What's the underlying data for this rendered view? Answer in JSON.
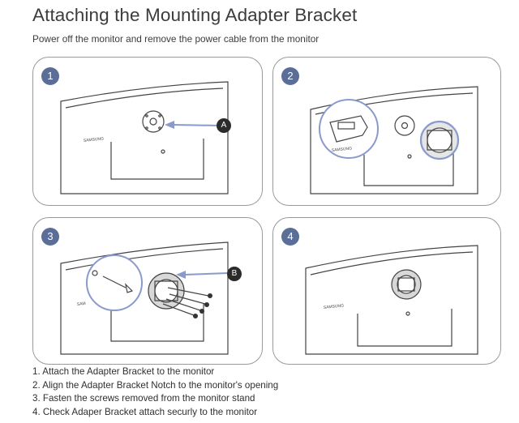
{
  "title": "Attaching the Mounting Adapter Bracket",
  "subtitle": "Power off the monitor and remove the power cable from the monitor",
  "panels": [
    {
      "number": "1",
      "callout": "A",
      "brand": "SAMSUNG"
    },
    {
      "number": "2",
      "brand": "SAMSUNG"
    },
    {
      "number": "3",
      "callout": "B",
      "brand": "SAM"
    },
    {
      "number": "4",
      "brand": "SAMSUNG"
    }
  ],
  "steps": [
    "1. Attach the Adapter Bracket to the monitor",
    "2. Align the Adapter Bracket Notch to the monitor's opening",
    "3. Fasten the screws removed from the monitor stand",
    "4. Check Adaper Bracket attach securly to the monitor"
  ],
  "colors": {
    "step_badge": "#5a6e97",
    "line": "#444444"
  }
}
